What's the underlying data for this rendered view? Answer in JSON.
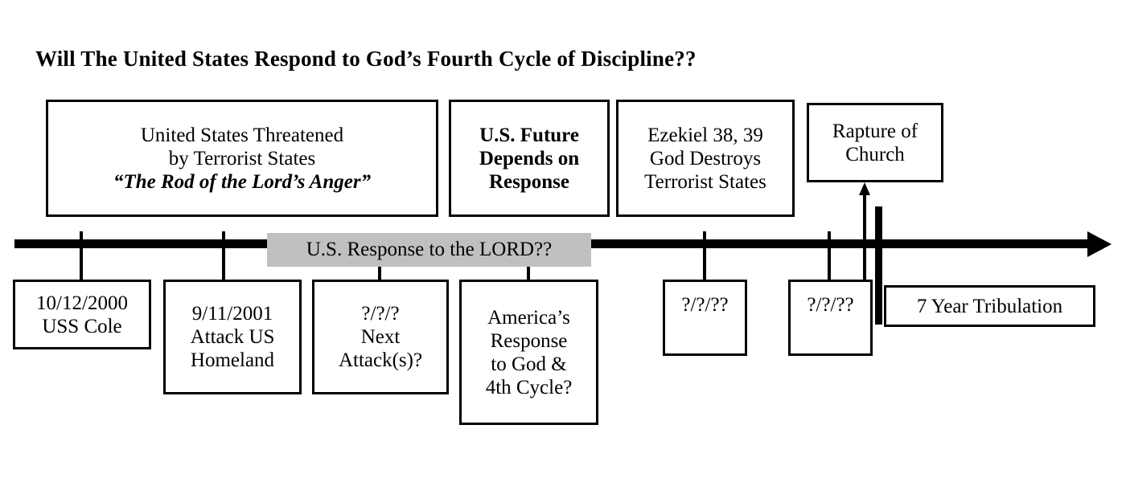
{
  "title": "Will The United States Respond to God’s Fourth Cycle of Discipline??",
  "colors": {
    "ink": "#000000",
    "background": "#ffffff",
    "banner_gray": "#c0c0c0"
  },
  "top_boxes": [
    {
      "name": "united-states-threatened",
      "lines": [
        "United States Threatened",
        "by Terrorist States"
      ],
      "quote": "“The Rod of the Lord’s Anger”",
      "bold": false
    },
    {
      "name": "us-future-depends-on-response",
      "lines": [
        "U.S. Future",
        "Depends  on",
        "Response"
      ],
      "quote": "",
      "bold": true
    },
    {
      "name": "ezekiel-god-destroys",
      "lines": [
        "Ezekiel 38, 39",
        "God Destroys",
        "Terrorist States"
      ],
      "quote": "",
      "bold": false
    },
    {
      "name": "rapture-of-church",
      "lines": [
        "Rapture of",
        "Church"
      ],
      "quote": "",
      "bold": false
    }
  ],
  "timeline": {
    "banner_label": "U.S. Response to the LORD??",
    "arrow_direction": "right"
  },
  "bottom_boxes": [
    {
      "name": "uss-cole",
      "lines": [
        "10/12/2000",
        "USS Cole"
      ]
    },
    {
      "name": "attack-us-homeland",
      "lines": [
        "9/11/2001",
        "Attack US",
        "Homeland"
      ]
    },
    {
      "name": "next-attacks",
      "lines": [
        "?/?/?",
        "Next",
        "Attack(s)?"
      ]
    },
    {
      "name": "americas-response",
      "lines": [
        "America’s",
        "Response",
        "to God &",
        "4th Cycle?"
      ]
    },
    {
      "name": "unknown-date-1",
      "lines": [
        "?/?/??"
      ]
    },
    {
      "name": "unknown-date-2",
      "lines": [
        "?/?/??"
      ]
    },
    {
      "name": "seven-year-tribulation",
      "lines": [
        "7 Year Tribulation"
      ]
    }
  ]
}
